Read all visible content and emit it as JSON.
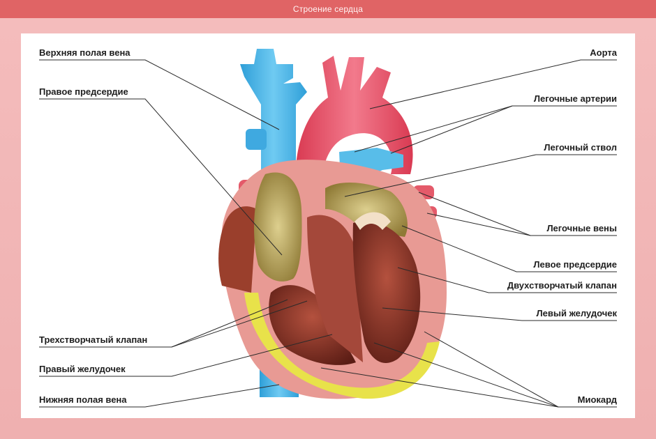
{
  "window": {
    "title": "Строение сердца"
  },
  "labels": {
    "left": [
      "Верхняя полая вена",
      "Правое предсердие",
      "Трехстворчатый клапан",
      "Правый желудочек",
      "Нижняя полая вена"
    ],
    "right": [
      "Аорта",
      "Легочные артерии",
      "Легочный ствол",
      "Легочные вены",
      "Левое предсердие",
      "Двухстворчатый клапан",
      "Левый желудочек",
      "Миокард"
    ]
  },
  "colors": {
    "titlebar": "#e06465",
    "frame": "#f2b6b6",
    "panel": "#ffffff",
    "vena_cava": "#4db6e8",
    "aorta": "#e8475c",
    "myocardium": "#e89a94",
    "chamber": "#7d2b22",
    "atrium": "#c9b46a",
    "fat": "#e6e24a"
  }
}
